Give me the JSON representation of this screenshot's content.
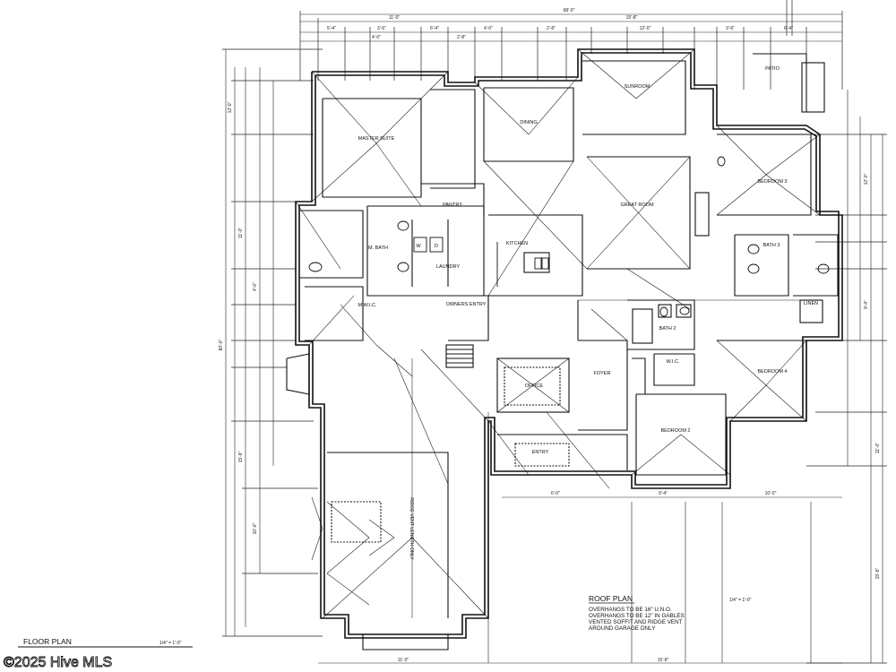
{
  "labels": {
    "floor_plan": "FLOOR PLAN",
    "scale_left": "1/4\" = 1'-0\"",
    "scale_right": "1/4\" = 1'-0\"",
    "roof_plan": "ROOF PLAN",
    "roof_notes": [
      "OVERHANGS TO BE 16\" U.N.O.",
      "OVERHANGS TO BE 12\" IN GABLES",
      "VENTED SOFFIT AND RIDGE VENT",
      "AROUND GARAGE ONLY"
    ],
    "ridge_vent": "RIDGE VENT LENGTH ONLY",
    "watermark": "©2025 Hive MLS"
  },
  "rooms": {
    "master_suite": "MASTER SUITE",
    "m_bath": "M. BATH",
    "m_wic": "M.W.I.C.",
    "pantry": "PANTRY",
    "laundry": "LAUNDRY",
    "kitchen": "KITCHEN",
    "owners_entry": "OWNERS ENTRY",
    "dining": "DINING",
    "sunroom": "SUNROOM",
    "great_room": "GREAT ROOM",
    "patio": "PATIO",
    "bedroom_3": "BEDROOM 3",
    "bath_3": "BATH 3",
    "linen": "LINEN",
    "bath_2": "BATH 2",
    "w_ic": "W.I.C.",
    "bedroom_4": "BEDROOM 4",
    "bedroom_2": "BEDROOM 2",
    "foyer": "FOYER",
    "office": "OFFICE",
    "entry": "ENTRY",
    "washer": "W",
    "dryer": "D"
  },
  "dims": {
    "overall_width": "68'-0\"",
    "overall_depth": "80'-0\"",
    "d1": "5'-4\"",
    "d2": "6'-4\"",
    "d3": "12'-0\"",
    "d4": "4'-0\"",
    "d5": "3'-6\"",
    "d6": "2'-8\"",
    "d7": "15'-8\"",
    "d8": "11'-0\"",
    "d9": "10'-0\"",
    "d10": "9'-4\"",
    "d11": "6'-0\""
  }
}
